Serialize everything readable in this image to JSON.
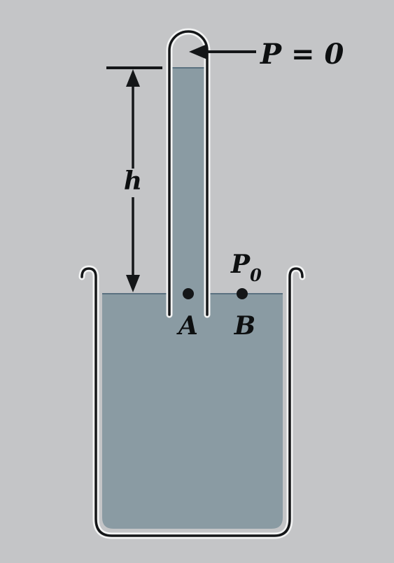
{
  "labels": {
    "pressure_top": "P = 0",
    "pressure_surface_base": "P",
    "pressure_surface_sub": "0",
    "height": "h",
    "point_a": "A",
    "point_b": "B"
  },
  "colors": {
    "background": "#c4c5c7",
    "liquid": "#8a9ba3",
    "liquid_surface": "#5a7180",
    "glass": "#141618",
    "glass_highlight": "#f2f3f3",
    "text": "#0d0f10"
  }
}
